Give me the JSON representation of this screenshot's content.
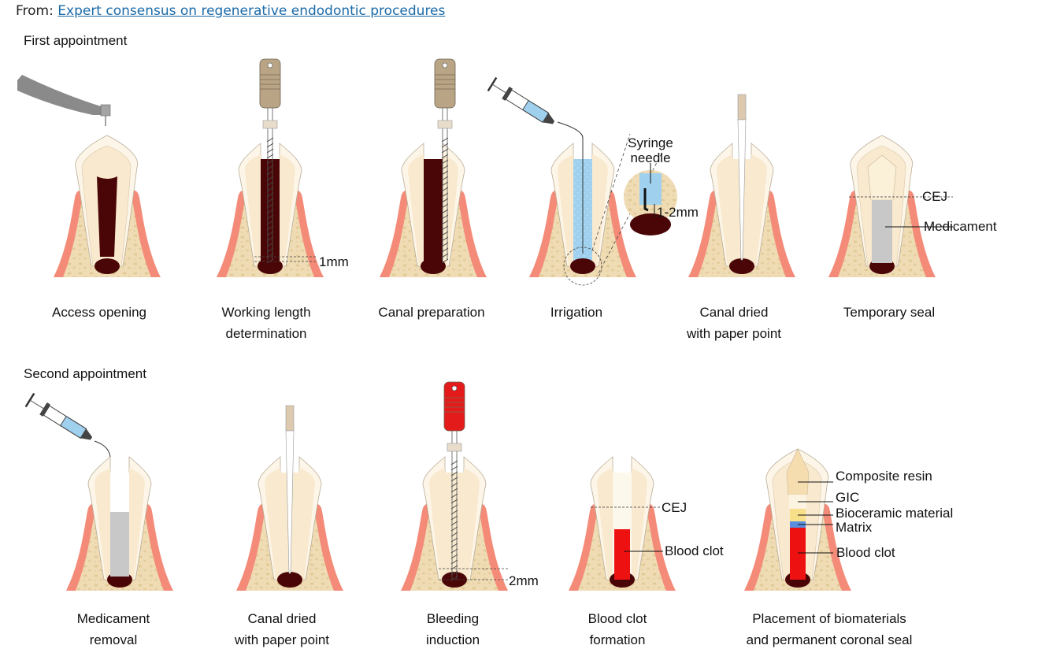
{
  "header": {
    "from_prefix": "From:",
    "source_link": "Expert consensus on regenerative endodontic procedures"
  },
  "sections": {
    "first": "First appointment",
    "second": "Second appointment"
  },
  "first_appointment": {
    "steps": [
      {
        "caption1": "Access opening",
        "caption2": ""
      },
      {
        "caption1": "Working length",
        "caption2": "determination"
      },
      {
        "caption1": "Canal preparation",
        "caption2": ""
      },
      {
        "caption1": "Irrigation",
        "caption2": ""
      },
      {
        "caption1": "Canal dried",
        "caption2": "with paper point"
      },
      {
        "caption1": "Temporary seal",
        "caption2": ""
      }
    ],
    "annotations": {
      "working_length_mm": "1mm",
      "syringe_needle": [
        "Syringe",
        "needle"
      ],
      "irrigation_depth": "1-2mm",
      "cej": "CEJ",
      "medicament": "Medicament"
    }
  },
  "second_appointment": {
    "steps": [
      {
        "caption1": "Medicament",
        "caption2": "removal"
      },
      {
        "caption1": "Canal dried",
        "caption2": "with paper point"
      },
      {
        "caption1": "Bleeding",
        "caption2": "induction"
      },
      {
        "caption1": "Blood clot",
        "caption2": "formation"
      },
      {
        "caption1": "Placement of biomaterials",
        "caption2": "and  permanent coronal seal"
      }
    ],
    "annotations": {
      "bleeding_depth": "2mm",
      "cej": "CEJ",
      "blood_clot": "Blood clot",
      "layers": [
        "Composite resin",
        "GIC",
        "Bioceramic material",
        "Matrix",
        "Blood clot"
      ]
    }
  },
  "colors": {
    "gum": "#f48a78",
    "bone": "#efdcb4",
    "dentin": "#f8e9cf",
    "enamel": "#fdf6e8",
    "pulp": "#4a0606",
    "irrigant": "#9fd0ee",
    "medicament": "#c8c8c8",
    "blood": "#ee1111",
    "composite": "#f6ddb0",
    "bioceramic": "#f8e08a",
    "matrix": "#5a8ee0",
    "file_handle": "#b9a585",
    "red_file": "#e41b1b",
    "link": "#1a6aa8"
  }
}
